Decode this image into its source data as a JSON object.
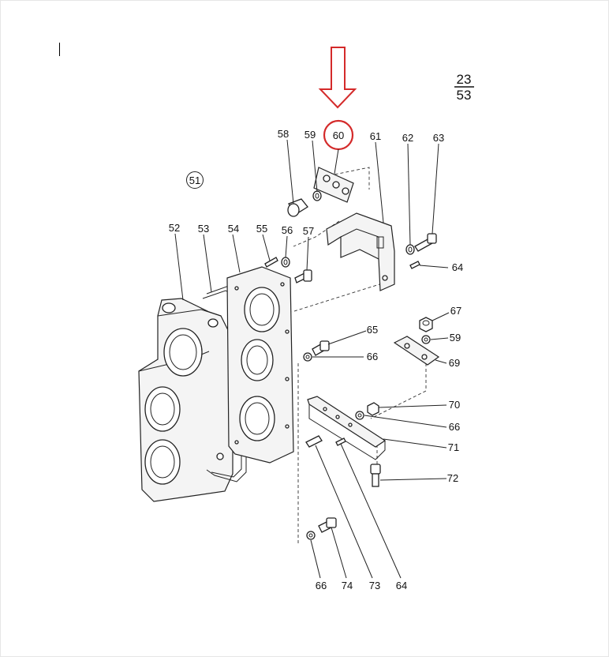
{
  "page_ref": {
    "numerator": "23",
    "denominator": "53"
  },
  "group_label": "51",
  "highlight": {
    "part": "60",
    "color": "#d42a2a"
  },
  "labels": {
    "l58": "58",
    "l59a": "59",
    "l60": "60",
    "l61": "61",
    "l62": "62",
    "l63": "63",
    "l52": "52",
    "l53": "53",
    "l54": "54",
    "l55": "55",
    "l56": "56",
    "l57": "57",
    "l64a": "64",
    "l67": "67",
    "l59b": "59",
    "l65": "65",
    "l66a": "66",
    "l69": "69",
    "l70": "70",
    "l66b": "66",
    "l71": "71",
    "l72": "72",
    "l66c": "66",
    "l74": "74",
    "l73": "73",
    "l64b": "64"
  }
}
